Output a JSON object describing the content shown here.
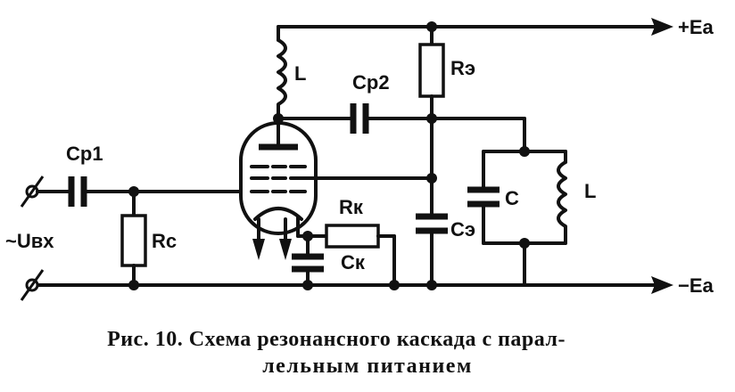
{
  "labels": {
    "supply_positive": "+Eа",
    "supply_negative": "−Eа",
    "input_voltage": "~Uвх",
    "coupling_cap_1": "Cр1",
    "coupling_cap_2": "Cр2",
    "grid_resistor": "Rс",
    "cathode_resistor": "Rк",
    "cathode_capacitor": "Cк",
    "choke": "L",
    "screen_resistor": "Rэ",
    "screen_capacitor": "Cэ",
    "tank_capacitor": "C",
    "tank_inductor": "L"
  },
  "caption": {
    "line1": "Рис. 10. Схема резонансного каскада с парал-",
    "line2": "лельным питанием"
  }
}
